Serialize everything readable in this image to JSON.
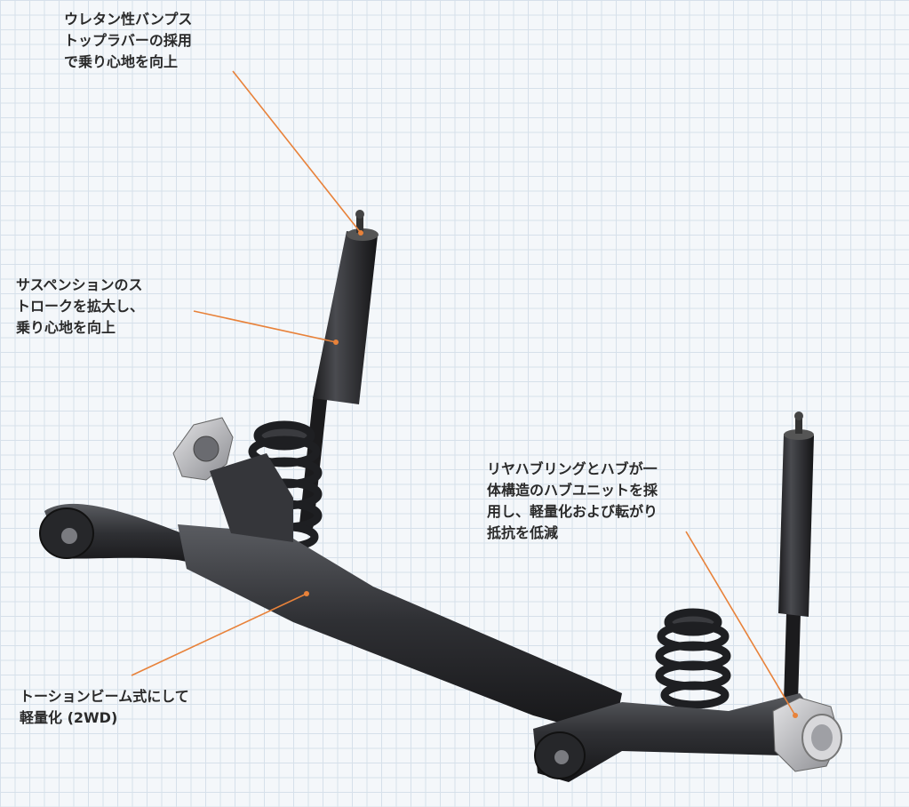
{
  "callouts": {
    "bump_stop": {
      "lines": [
        "ウレタン性バンプス",
        "トップラバーの採用",
        "で乗り心地を向上"
      ]
    },
    "stroke": {
      "lines": [
        "サスペンションのス",
        "トロークを拡大し、",
        "乗り心地を向上"
      ]
    },
    "hub": {
      "lines": [
        "リヤハブリングとハブが一",
        "体構造のハブユニットを採",
        "用し、軽量化および転がり",
        "抵抗を低減"
      ]
    },
    "torsion_beam": {
      "lines": [
        "トーションビーム式にして",
        "軽量化 (2WD)"
      ]
    }
  },
  "colors": {
    "leader": "#e8823a",
    "part": "#2c2d30",
    "background": "#f4f7fa",
    "grid": "#d6e0ea",
    "text": "#2a2a2a"
  }
}
